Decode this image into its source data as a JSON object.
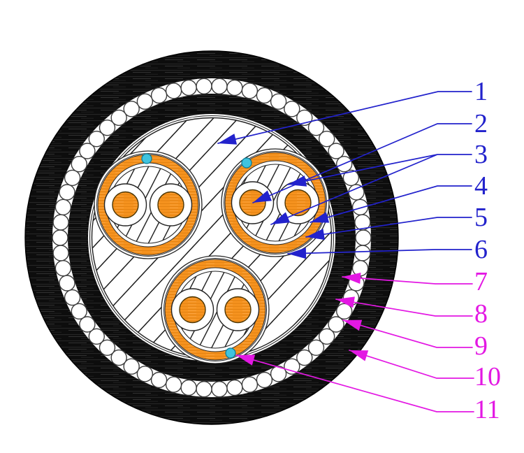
{
  "diagram": {
    "type": "cable-cross-section",
    "labels": [
      {
        "text": "1",
        "color": "#2222cc"
      },
      {
        "text": "2",
        "color": "#2222cc"
      },
      {
        "text": "3",
        "color": "#2222cc"
      },
      {
        "text": "4",
        "color": "#2222cc"
      },
      {
        "text": "5",
        "color": "#2222cc"
      },
      {
        "text": "6",
        "color": "#2222cc"
      },
      {
        "text": "7",
        "color": "#e318e3"
      },
      {
        "text": "8",
        "color": "#e318e3"
      },
      {
        "text": "9",
        "color": "#e318e3"
      },
      {
        "text": "10",
        "color": "#e318e3"
      },
      {
        "text": "11",
        "color": "#e318e3"
      }
    ],
    "colors": {
      "callout_blue": "#2222cc",
      "callout_magenta": "#e318e3",
      "conductor_orange": "#f6931f",
      "marker_cyan": "#3fc3de",
      "sheath_black": "#0d0d0d",
      "background": "#ffffff"
    }
  }
}
